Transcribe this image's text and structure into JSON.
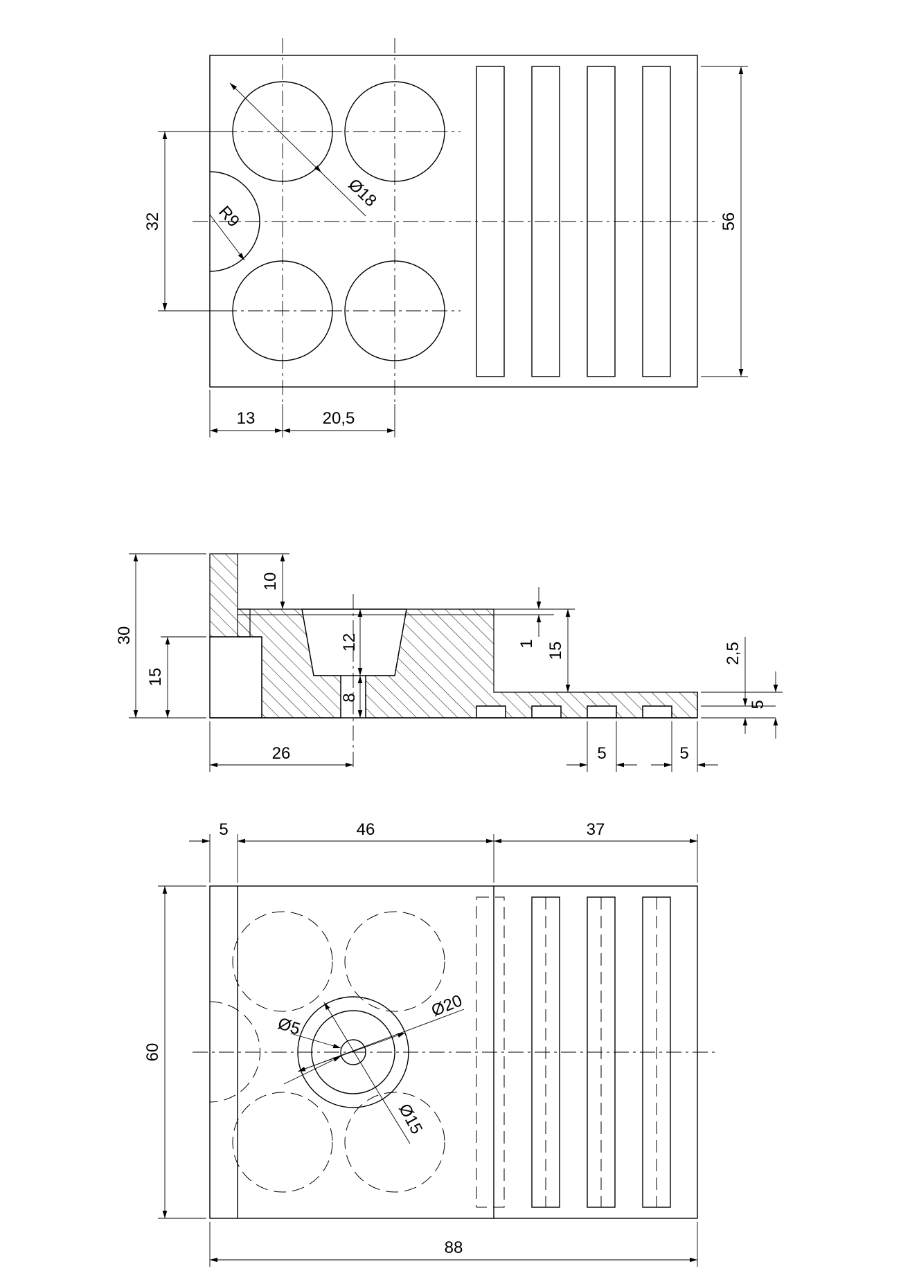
{
  "drawing": {
    "top_view": {
      "dims": {
        "d_dia18": "Ø18",
        "d_r9": "R9",
        "d_32": "32",
        "d_56": "56",
        "d_13": "13",
        "d_20_5": "20,5"
      }
    },
    "front_section": {
      "dims": {
        "d_30": "30",
        "d_15_left": "15",
        "d_10": "10",
        "d_12": "12",
        "d_8": "8",
        "d_1": "1",
        "d_15_right": "15",
        "d_2_5": "2,5",
        "d_5_right": "5",
        "d_26": "26",
        "d_5_a": "5",
        "d_5_b": "5"
      }
    },
    "bottom_view": {
      "dims": {
        "d_5": "5",
        "d_46": "46",
        "d_37": "37",
        "d_60": "60",
        "d_dia5": "Ø5",
        "d_dia20": "Ø20",
        "d_dia15": "Ø15",
        "d_88": "88"
      }
    }
  }
}
